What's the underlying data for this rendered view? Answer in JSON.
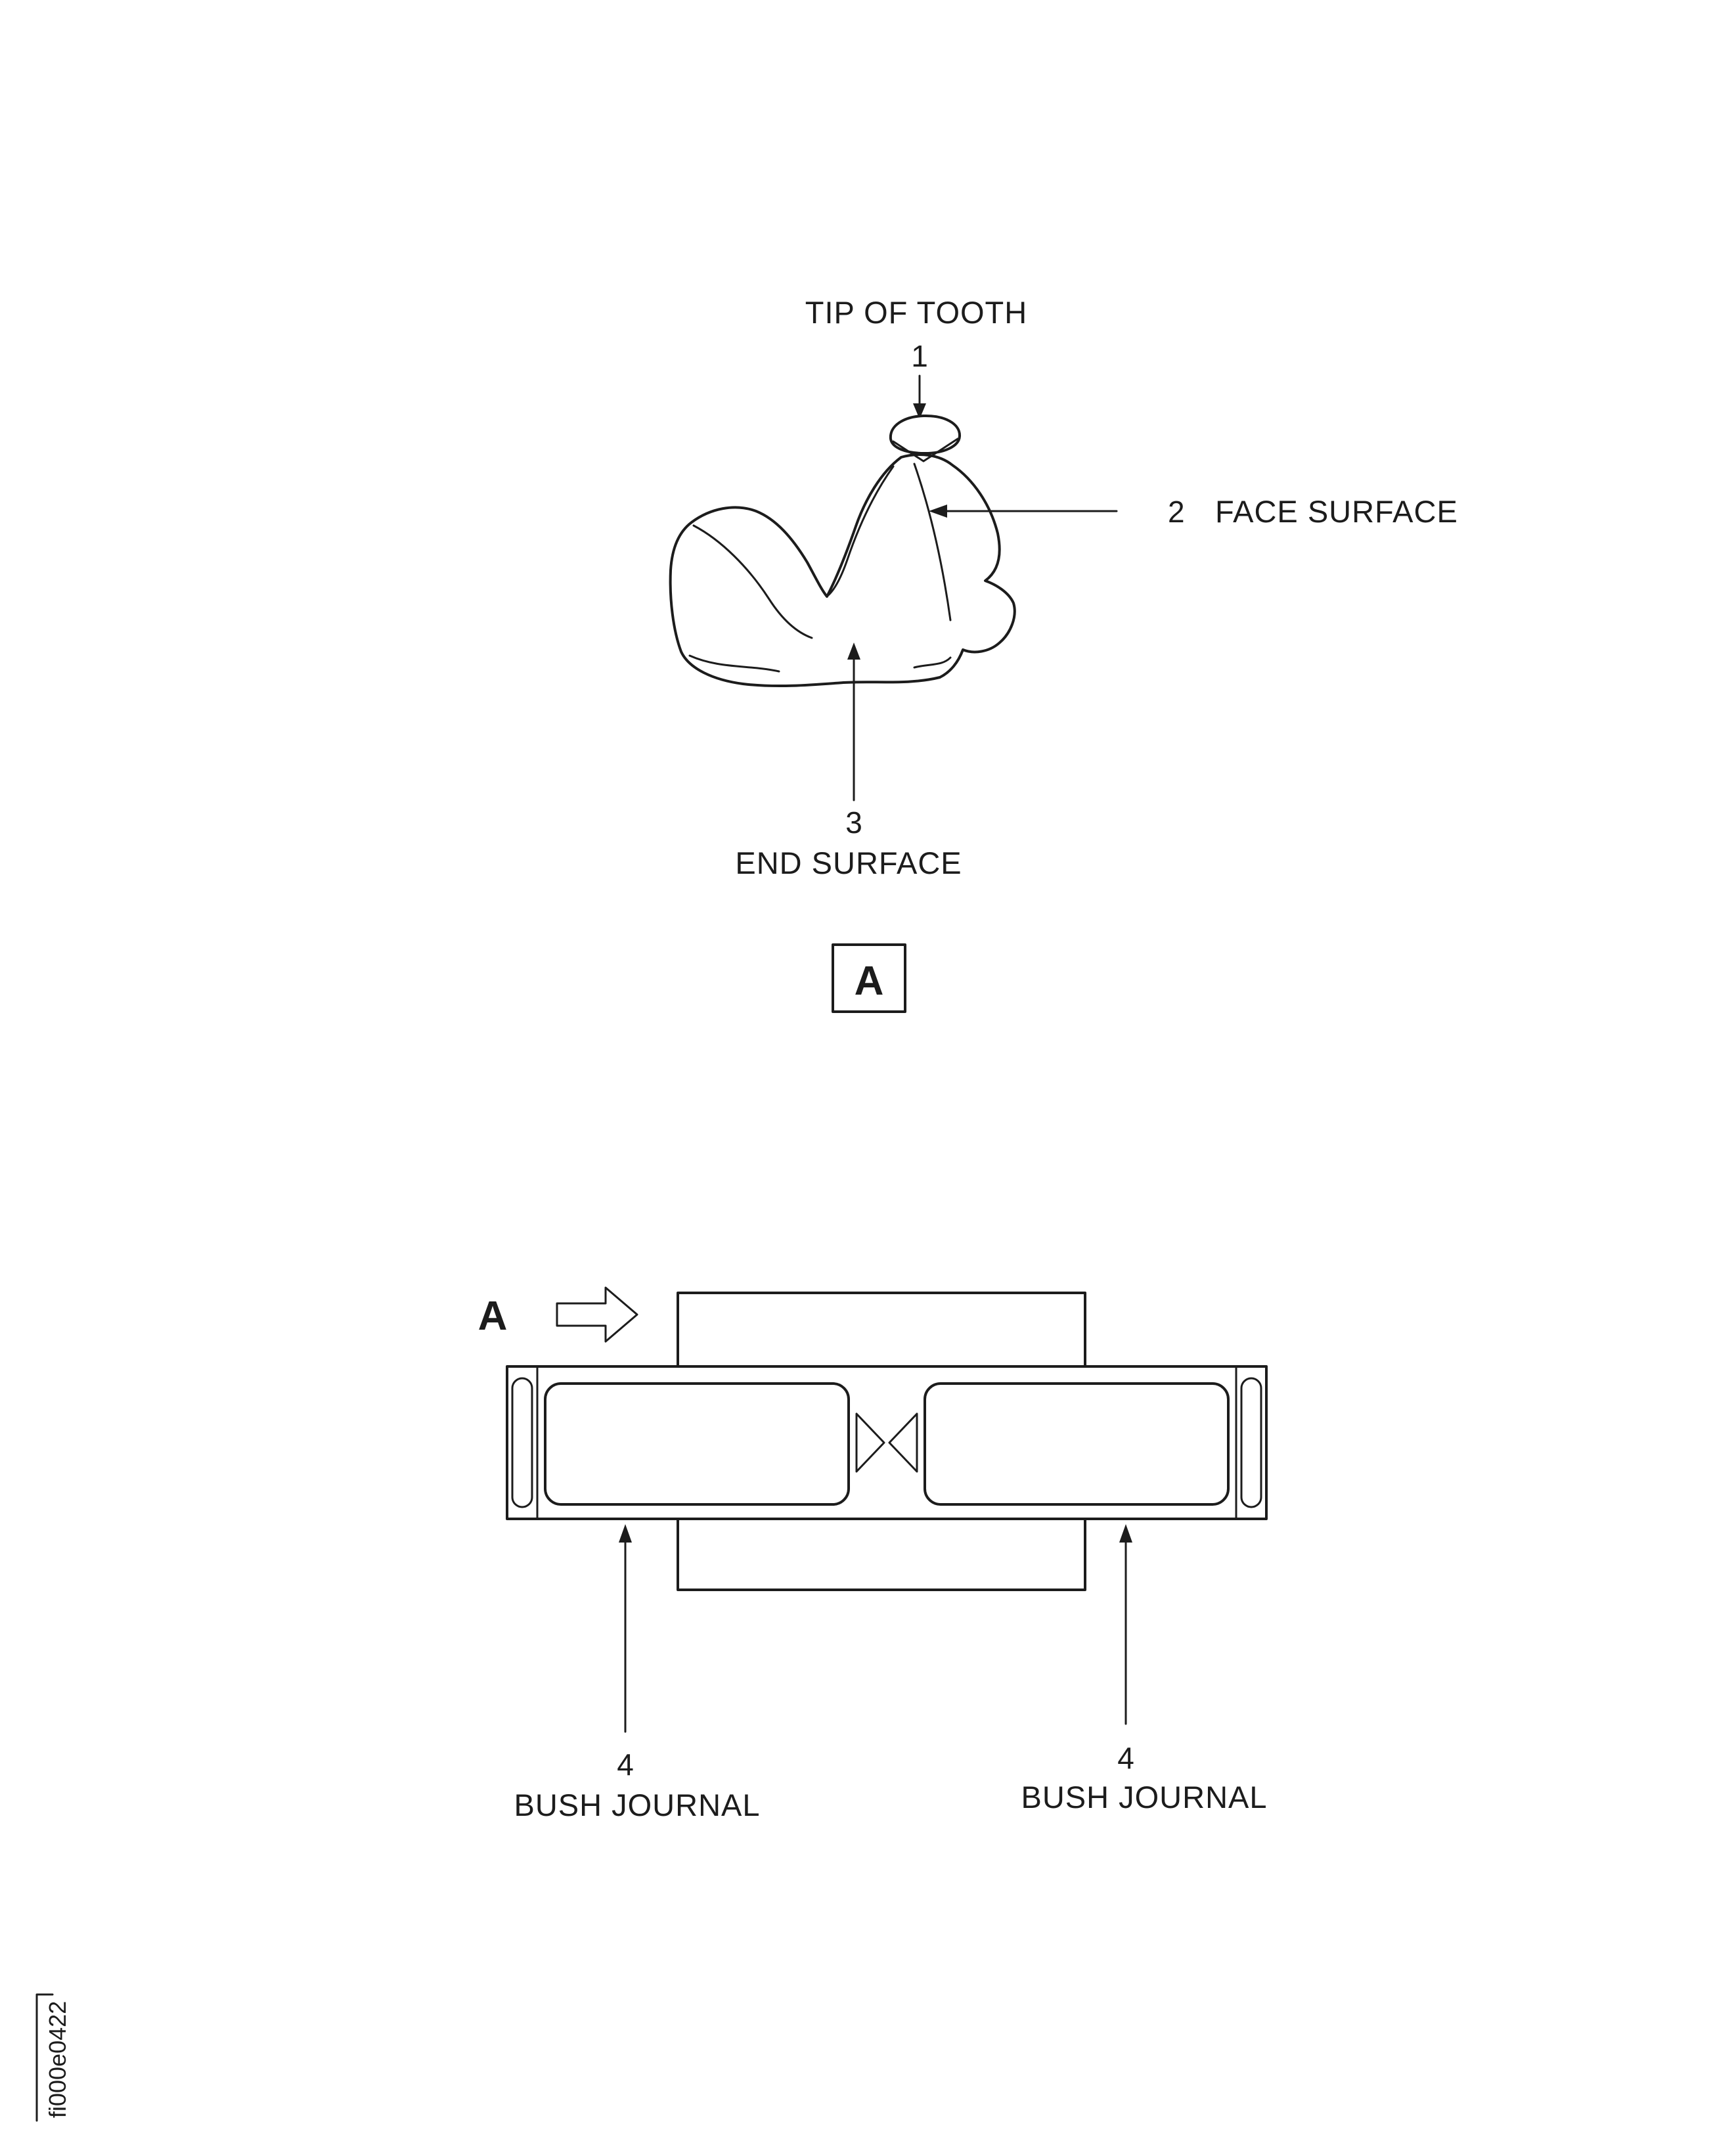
{
  "colors": {
    "ink": "#1c1c1c",
    "paper": "#ffffff"
  },
  "figure": {
    "code": "fi000e0422"
  },
  "tooth_view": {
    "tip_label": "TIP OF TOOTH",
    "tip_number": "1",
    "face_number": "2",
    "face_label": "FACE SURFACE",
    "end_number": "3",
    "end_label": "END SURFACE",
    "detail_marker": "A"
  },
  "section_view": {
    "view_marker": "A",
    "left_journal": {
      "number": "4",
      "label": "BUSH JOURNAL"
    },
    "right_journal": {
      "number": "4",
      "label": "BUSH JOURNAL"
    }
  }
}
